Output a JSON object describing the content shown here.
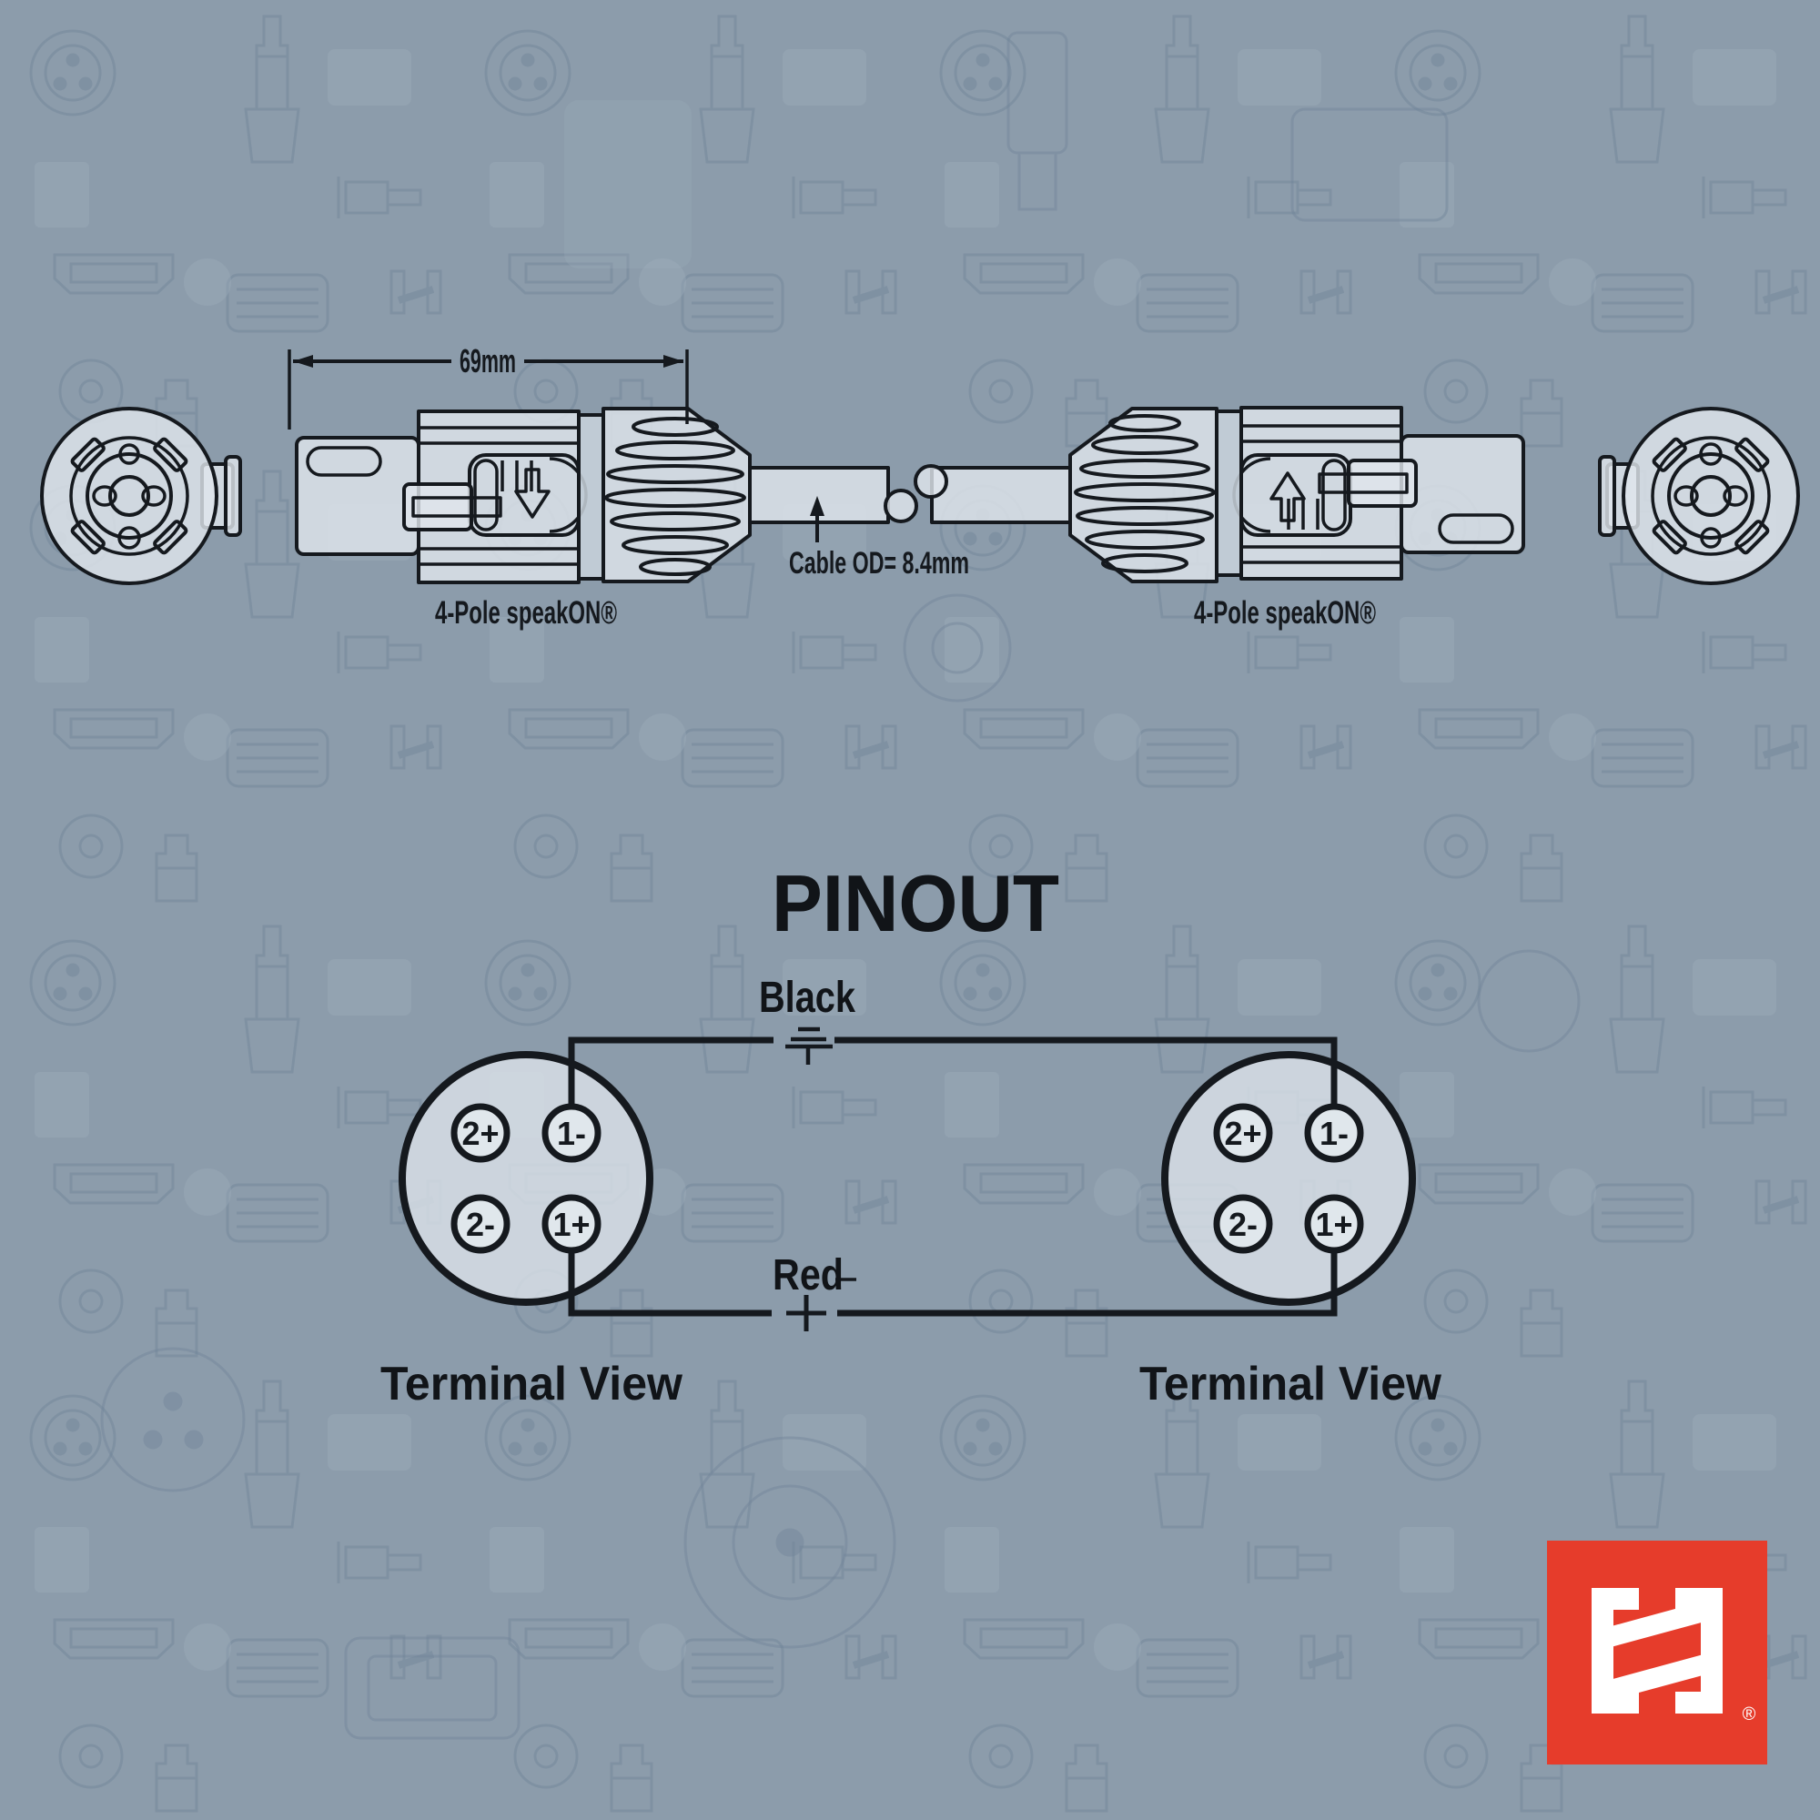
{
  "top_diagram": {
    "dimension_label": "69mm",
    "cable_od_label": "Cable OD= 8.4mm",
    "left_connector_label": "4-Pole speakON®",
    "right_connector_label": "4-Pole speakON®"
  },
  "pinout": {
    "title": "PINOUT",
    "black_wire_label": "Black",
    "red_wire_label": "Red",
    "left_terminal": {
      "caption": "Terminal View",
      "pins": [
        "2+",
        "1-",
        "2-",
        "1+"
      ]
    },
    "right_terminal": {
      "caption": "Terminal View",
      "pins": [
        "2+",
        "1-",
        "2-",
        "1+"
      ]
    }
  },
  "logo": {
    "icon": "hosa-h-logo",
    "registered": "®"
  },
  "colors": {
    "background": "#8C9CAB",
    "outline": "#15191E",
    "connector_fill": "#DFE5EB",
    "logo_red": "#E63C2B"
  }
}
